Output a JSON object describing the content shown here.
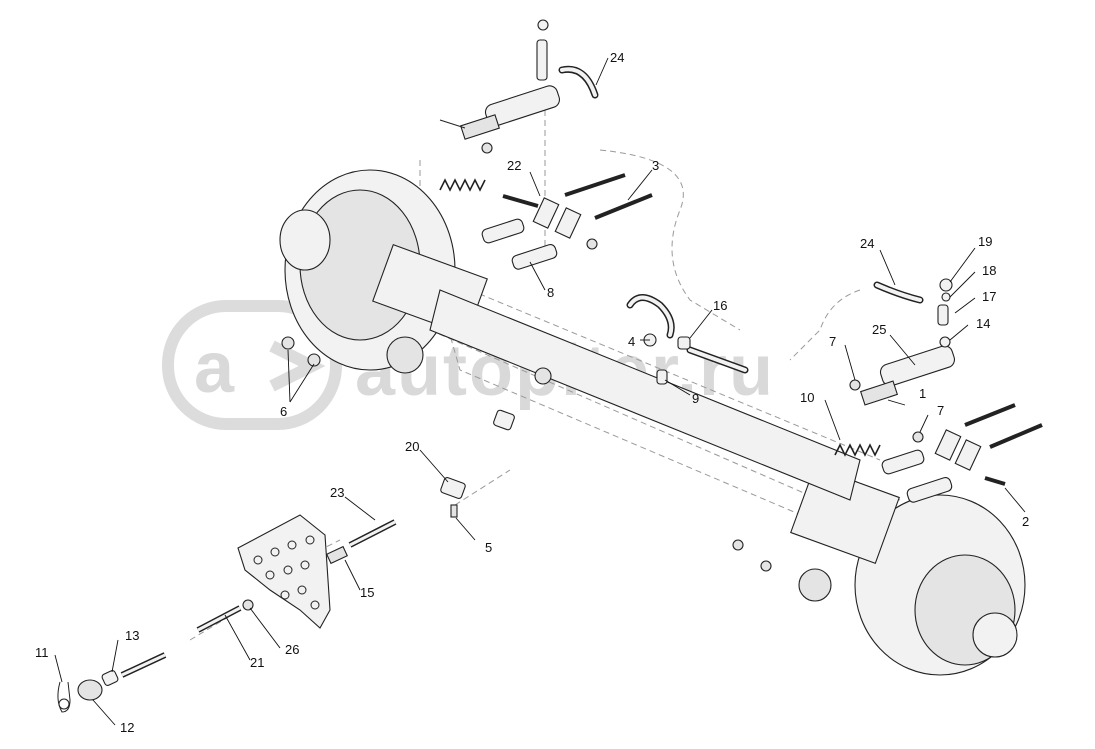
{
  "watermark": {
    "symbol": "a",
    "text": "autopiter.ru",
    "color": "#d9d9d9"
  },
  "callouts": [
    "24",
    "22",
    "3",
    "8",
    "24",
    "19",
    "18",
    "17",
    "14",
    "25",
    "7",
    "16",
    "4",
    "9",
    "10",
    "7",
    "1",
    "2",
    "6",
    "20",
    "23",
    "5",
    "15",
    "13",
    "11",
    "12",
    "21",
    "26"
  ]
}
